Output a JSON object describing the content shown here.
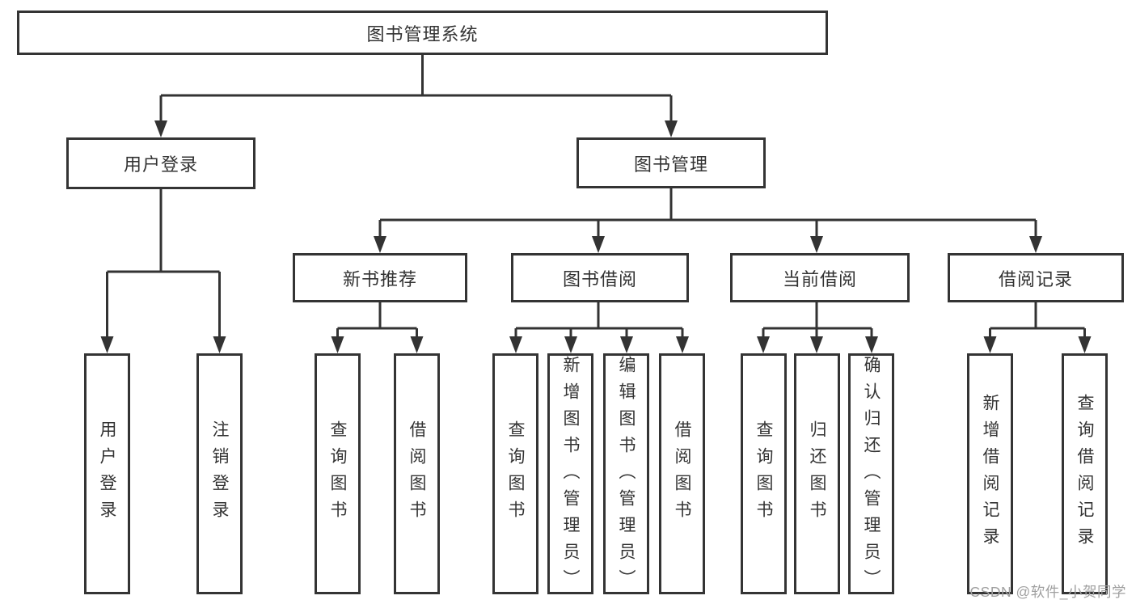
{
  "diagram": {
    "root": "图书管理系统",
    "branches": [
      {
        "label": "用户登录",
        "children": [
          {
            "label": "用户登录"
          },
          {
            "label": "注销登录"
          }
        ]
      },
      {
        "label": "图书管理",
        "children": [
          {
            "label": "新书推荐",
            "children": [
              {
                "label": "查询图书"
              },
              {
                "label": "借阅图书"
              }
            ]
          },
          {
            "label": "图书借阅",
            "children": [
              {
                "label": "查询图书"
              },
              {
                "label": "新增图书（管理员）"
              },
              {
                "label": "编辑图书（管理员）"
              },
              {
                "label": "借阅图书"
              }
            ]
          },
          {
            "label": "当前借阅",
            "children": [
              {
                "label": "查询图书"
              },
              {
                "label": "归还图书"
              },
              {
                "label": "确认归还（管理员）"
              }
            ]
          },
          {
            "label": "借阅记录",
            "children": [
              {
                "label": "新增借阅记录"
              },
              {
                "label": "查询借阅记录"
              }
            ]
          }
        ]
      }
    ]
  },
  "watermark": {
    "text": "CSDN @软件_小贺同学"
  },
  "colors": {
    "line": "#333333",
    "border": "#343434",
    "text": "#333333",
    "background": "#ffffff",
    "watermark": "#a0a0a0"
  }
}
